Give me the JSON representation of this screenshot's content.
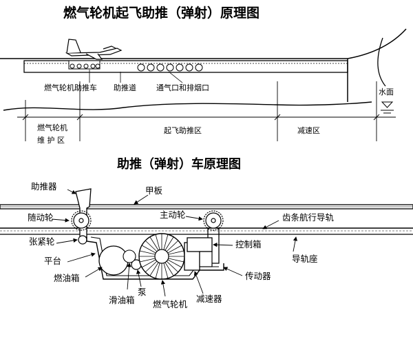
{
  "titles": {
    "top": "燃气轮机起飞助推（弹射）原理图",
    "bottom": "助推（弹射）车原理图"
  },
  "top_labels": {
    "booster_car": "燃气轮机助推车",
    "track": "助推道",
    "vent": "通气口和排烟口",
    "water": "水面",
    "zone_maint_1": "燃气轮机",
    "zone_maint_2": "维 护 区",
    "zone_boost": "起飞助推区",
    "zone_decel": "减速区"
  },
  "bottom_labels": {
    "booster": "助推器",
    "deck": "甲板",
    "follower_wheel": "随动轮",
    "drive_wheel": "主动轮",
    "rack_rail": "齿条航行导轨",
    "tension_wheel": "张紧轮",
    "control_box": "控制箱",
    "rail_seat": "导轨座",
    "platform": "平台",
    "fuel_tank": "燃油箱",
    "transmission": "传动器",
    "oil_tank": "滑油箱",
    "pump": "泵",
    "turbine": "燃气轮机",
    "reducer": "减速器"
  }
}
